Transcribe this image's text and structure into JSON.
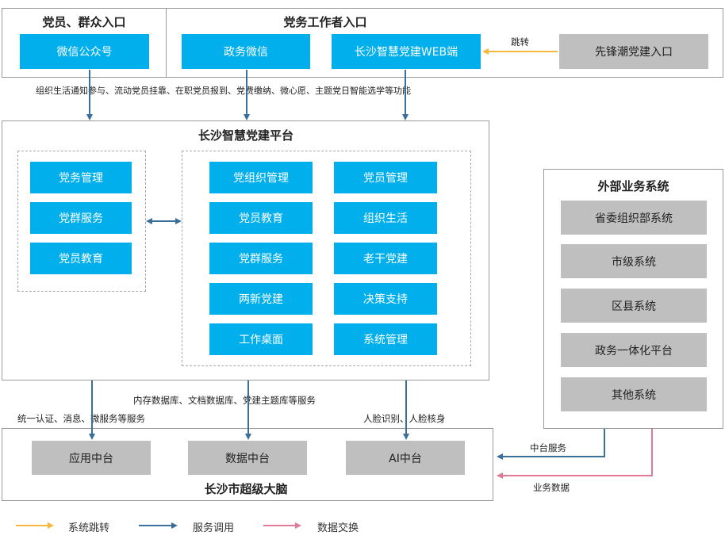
{
  "entry": {
    "member_title": "党员、群众入口",
    "worker_title": "党务工作者入口",
    "wechat_public": "微信公众号",
    "gov_wechat": "政务微信",
    "web_portal": "长沙智慧党建WEB端",
    "xianfeng": "先锋潮党建入口",
    "jump_label": "跳转"
  },
  "func_note": "组织生活通知参与、流动党员挂靠、在职党员报到、党费缴纳、微心愿、主题党日智能选学等功能",
  "platform": {
    "title": "长沙智慧党建平台",
    "left_modules": [
      "党务管理",
      "党群服务",
      "党员教育"
    ],
    "right_col1": [
      "党组织管理",
      "党员教育",
      "党群服务",
      "两新党建",
      "工作桌面"
    ],
    "right_col2": [
      "党员管理",
      "组织生活",
      "老干党建",
      "决策支持",
      "系统管理"
    ]
  },
  "external": {
    "title": "外部业务系统",
    "items": [
      "省委组织部系统",
      "市级系统",
      "区县系统",
      "政务一体化平台",
      "其他系统"
    ]
  },
  "notes": {
    "db": "内存数据库、文档数据库、党建主题库等服务",
    "auth": "统一认证、消息、微服务等服务",
    "face": "人脸识别、人脸核身",
    "mid_service": "中台服务",
    "biz_data": "业务数据"
  },
  "brain": {
    "title": "长沙市超级大脑",
    "items": [
      "应用中台",
      "数据中台",
      "AI中台"
    ]
  },
  "legend": {
    "jump": "系统跳转",
    "call": "服务调用",
    "exchange": "数据交换"
  },
  "colors": {
    "blue_box": "#00afec",
    "gray_box": "#bfbfbf",
    "arrow_blue": "#3a6f9c",
    "arrow_orange": "#f5b83d",
    "arrow_pink": "#e07a96"
  }
}
